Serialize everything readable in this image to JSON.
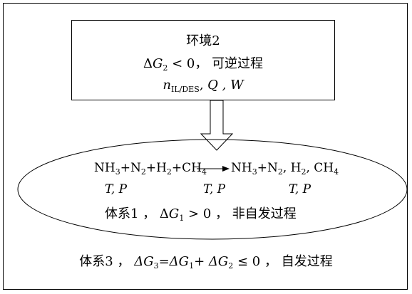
{
  "environment": {
    "title": "环境2",
    "delta_g": "Δ",
    "g_symbol": "G",
    "g_sub": "2",
    "condition": "< 0",
    "comma": "，",
    "process": "可逆过程",
    "n_symbol": "n",
    "n_sub": "IL/DES",
    "vars": ", Q , W"
  },
  "reaction": {
    "reactant_1": "NH",
    "reactant_1_sub": "3",
    "reactant_2": "+N",
    "reactant_2_sub": "2",
    "reactant_3": "+H",
    "reactant_3_sub": "2",
    "reactant_4": "+CH",
    "reactant_4_sub": "4",
    "product_1": "NH",
    "product_1_sub": "3",
    "product_2": "+N",
    "product_2_sub": "2",
    "product_3": ", H",
    "product_3_sub": "2",
    "product_4": ", CH",
    "product_4_sub": "4",
    "tp": "T, P"
  },
  "system1": {
    "label": "体系1 ，",
    "delta": "Δ",
    "g_symbol": "G",
    "g_sub": "1",
    "condition": "> 0 ，",
    "process": "非自发过程"
  },
  "system3": {
    "label": "体系3 ，",
    "delta": "ΔG",
    "g3_sub": "3",
    "eq": "=ΔG",
    "g1_sub": "1",
    "plus": "+ ΔG",
    "g2_sub": "2",
    "condition": "≤ 0 ，",
    "process": "自发过程"
  }
}
